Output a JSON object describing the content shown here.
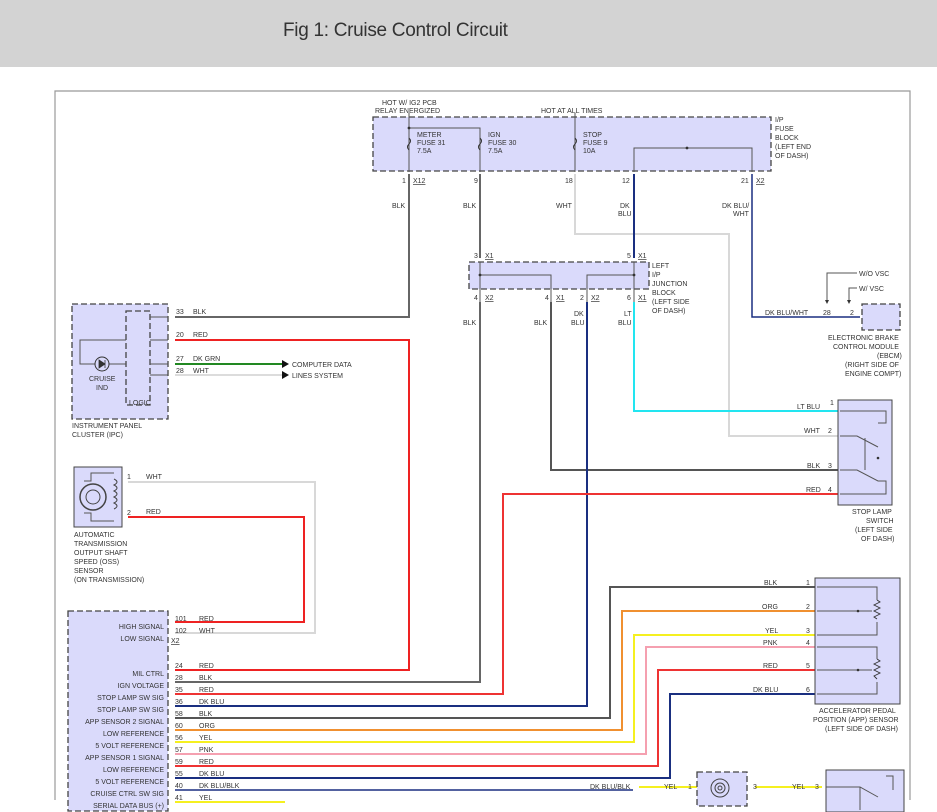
{
  "header": {
    "title": "Fig 1: Cruise Control Circuit"
  },
  "colors": {
    "header_bg": "#d3d3d3",
    "component_fill": "#dadafb",
    "BLK": "#555555",
    "RED": "#ee2222",
    "WHT": "#dcdcdc",
    "DK_BLU": "#1a2f80",
    "LT_BLU": "#22e5f0",
    "DK_GRN": "#228822",
    "ORG": "#f09030",
    "YEL": "#f5f020",
    "PNK": "#f5a0b0"
  },
  "fuse_block": {
    "hot_ig2": [
      "HOT W/ IG2 PCB",
      "RELAY ENERGIZED"
    ],
    "hot_all": "HOT AT ALL TIMES",
    "label": [
      "I/P",
      "FUSE",
      "BLOCK",
      "(LEFT END",
      "OF DASH)"
    ],
    "fuses": [
      {
        "name": "METER",
        "fuse": "FUSE 31",
        "rating": "7.5A"
      },
      {
        "name": "IGN",
        "fuse": "FUSE 30",
        "rating": "7.5A"
      },
      {
        "name": "STOP",
        "fuse": "FUSE 9",
        "rating": "10A"
      }
    ],
    "pins": [
      {
        "pin": "1",
        "conn": "X12",
        "wire": "BLK"
      },
      {
        "pin": "9",
        "conn": "",
        "wire": "BLK"
      },
      {
        "pin": "18",
        "conn": "",
        "wire": "WHT"
      },
      {
        "pin": "12",
        "conn": "",
        "wire_l1": "DK",
        "wire_l2": "BLU"
      },
      {
        "pin": "21",
        "conn": "X2",
        "wire_l1": "DK BLU/",
        "wire_l2": "WHT"
      }
    ]
  },
  "junction_block": {
    "label": [
      "LEFT",
      "I/P",
      "JUNCTION",
      "BLOCK",
      "(LEFT SIDE",
      "OF DASH)"
    ],
    "top_pins": [
      {
        "pin": "3",
        "conn": "X1"
      },
      {
        "pin": "5",
        "conn": "X1"
      }
    ],
    "bottom_pins": [
      {
        "pin": "4",
        "conn": "X2",
        "wire": "BLK"
      },
      {
        "pin": "4",
        "conn": "X1",
        "wire": "BLK"
      },
      {
        "pin": "2",
        "conn": "X2",
        "wire_l1": "DK",
        "wire_l2": "BLU"
      },
      {
        "pin": "6",
        "conn": "X1",
        "wire_l1": "LT",
        "wire_l2": "BLU"
      }
    ]
  },
  "ipc": {
    "label": [
      "INSTRUMENT PANEL",
      "CLUSTER (IPC)"
    ],
    "indicator": [
      "CRUISE",
      "IND"
    ],
    "logic": "LOGIC",
    "pins": [
      {
        "pin": "33",
        "wire": "BLK"
      },
      {
        "pin": "20",
        "wire": "RED"
      },
      {
        "pin": "27",
        "wire": "DK GRN"
      },
      {
        "pin": "28",
        "wire": "WHT"
      }
    ],
    "data_lines": [
      "COMPUTER DATA",
      "LINES SYSTEM"
    ]
  },
  "oss": {
    "label": [
      "AUTOMATIC",
      "TRANSMISSION",
      "OUTPUT SHAFT",
      "SPEED (OSS)",
      "SENSOR",
      "(ON TRANSMISSION)"
    ],
    "pins": [
      {
        "pin": "1",
        "wire": "WHT"
      },
      {
        "pin": "2",
        "wire": "RED"
      }
    ]
  },
  "ebcm": {
    "wo_vsc": "W/O VSC",
    "w_vsc": "W/ VSC",
    "wire": "DK BLU/WHT",
    "pin_a": "28",
    "pin_b": "2",
    "label": [
      "ELECTRONIC BRAKE",
      "CONTROL MODULE",
      "(EBCM)",
      "(RIGHT SIDE OF",
      "ENGINE COMPT)"
    ]
  },
  "stop_lamp_switch": {
    "label": [
      "STOP LAMP",
      "SWITCH",
      "(LEFT SIDE",
      "OF DASH)"
    ],
    "pins": [
      {
        "pin": "1",
        "wire": "LT BLU"
      },
      {
        "pin": "2",
        "wire": "WHT"
      },
      {
        "pin": "3",
        "wire": "BLK"
      },
      {
        "pin": "4",
        "wire": "RED"
      }
    ]
  },
  "app_sensor": {
    "label": [
      "ACCELERATOR PEDAL",
      "POSITION (APP) SENSOR",
      "(LEFT SIDE OF DASH)"
    ],
    "pins": [
      {
        "pin": "1",
        "wire": "BLK"
      },
      {
        "pin": "2",
        "wire": "ORG"
      },
      {
        "pin": "3",
        "wire": "YEL"
      },
      {
        "pin": "4",
        "wire": "PNK"
      },
      {
        "pin": "5",
        "wire": "RED"
      },
      {
        "pin": "6",
        "wire": "DK BLU"
      }
    ]
  },
  "ecm": {
    "x2_conn": "X2",
    "signals_top": [
      {
        "label": "HIGH SIGNAL",
        "pin": "101",
        "wire": "RED"
      },
      {
        "label": "LOW SIGNAL",
        "pin": "102",
        "wire": "WHT"
      }
    ],
    "signals": [
      {
        "label": "MIL CTRL",
        "pin": "24",
        "wire": "RED"
      },
      {
        "label": "IGN VOLTAGE",
        "pin": "28",
        "wire": "BLK"
      },
      {
        "label": "STOP LAMP SW SIG",
        "pin": "35",
        "wire": "RED"
      },
      {
        "label": "STOP LAMP SW SIG",
        "pin": "36",
        "wire": "DK BLU"
      },
      {
        "label": "APP SENSOR 2 SIGNAL",
        "pin": "58",
        "wire": "BLK"
      },
      {
        "label": "LOW REFERENCE",
        "pin": "60",
        "wire": "ORG"
      },
      {
        "label": "5 VOLT REFERENCE",
        "pin": "56",
        "wire": "YEL"
      },
      {
        "label": "APP SENSOR 1 SIGNAL",
        "pin": "57",
        "wire": "PNK"
      },
      {
        "label": "LOW REFERENCE",
        "pin": "59",
        "wire": "RED"
      },
      {
        "label": "5 VOLT REFERENCE",
        "pin": "55",
        "wire": "DK BLU"
      },
      {
        "label": "CRUISE CTRL SW SIG",
        "pin": "40",
        "wire": "DK BLU/BLK"
      },
      {
        "label": "SERIAL DATA BUS (+)",
        "pin": "41",
        "wire": "YEL"
      }
    ]
  },
  "clockspring": {
    "in_wire": "DK BLU/BLK",
    "yel_a": "YEL",
    "pin_a": "1",
    "pin_b": "3",
    "yel_b": "YEL",
    "pin_c": "3"
  }
}
